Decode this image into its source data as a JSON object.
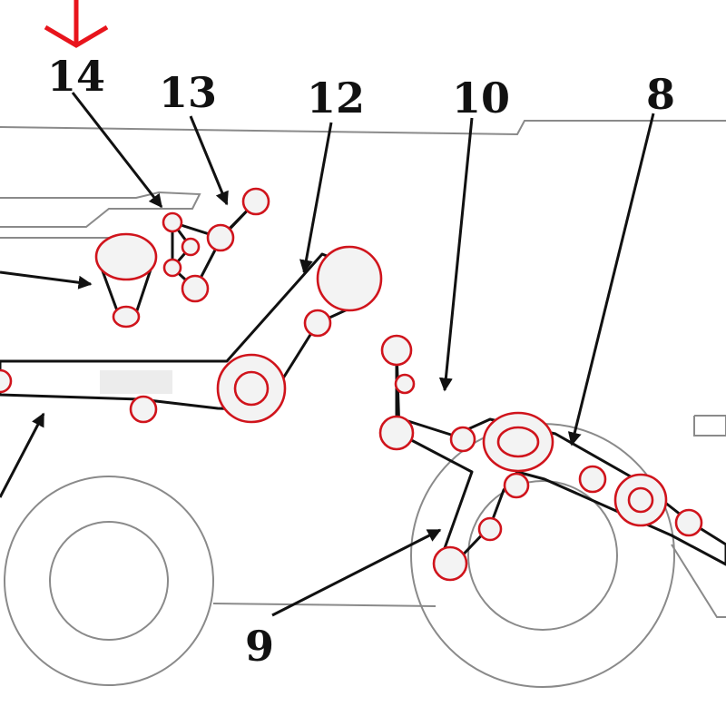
{
  "callouts": {
    "c14": "14",
    "c13": "13",
    "c12": "12",
    "c10": "10",
    "c8": "8",
    "c9": "9"
  },
  "colors": {
    "pulley_outline": "#d0141c",
    "belt": "#111111",
    "body_outline": "#8a8a8a",
    "direction_arrow": "#e8141c"
  },
  "icons": {
    "direction_arrow": "down-arrow-icon"
  }
}
